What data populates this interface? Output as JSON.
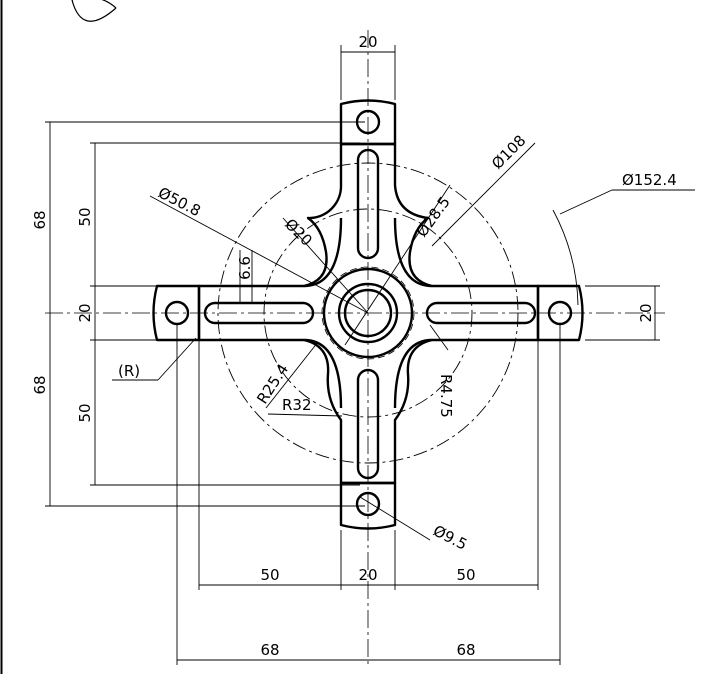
{
  "drawing": {
    "border_color": "#000000",
    "background": "#ffffff",
    "dimensions": {
      "d_top_width": "20",
      "d_pcd_108": "Ø108",
      "d_pcd_152": "Ø152.4",
      "d_dia_50_8": "Ø50.8",
      "d_dia_20": "Ø20",
      "d_dia_28_5": "Ø28.5",
      "d_left_68_upper": "68",
      "d_left_50_upper": "50",
      "d_left_20": "20",
      "d_left_50_lower": "50",
      "d_left_68_lower": "68",
      "d_slot_width": "6.6",
      "d_right_20": "20",
      "d_r_label": "(R)",
      "d_r25_4": "R25.4",
      "d_r32": "R32",
      "d_r4_75": "R4.75",
      "d_hole_9_5": "Ø9.5",
      "d_bottom_50_left": "50",
      "d_bottom_20": "20",
      "d_bottom_50_right": "50",
      "d_bottom_68_left": "68",
      "d_bottom_68_right": "68"
    }
  }
}
